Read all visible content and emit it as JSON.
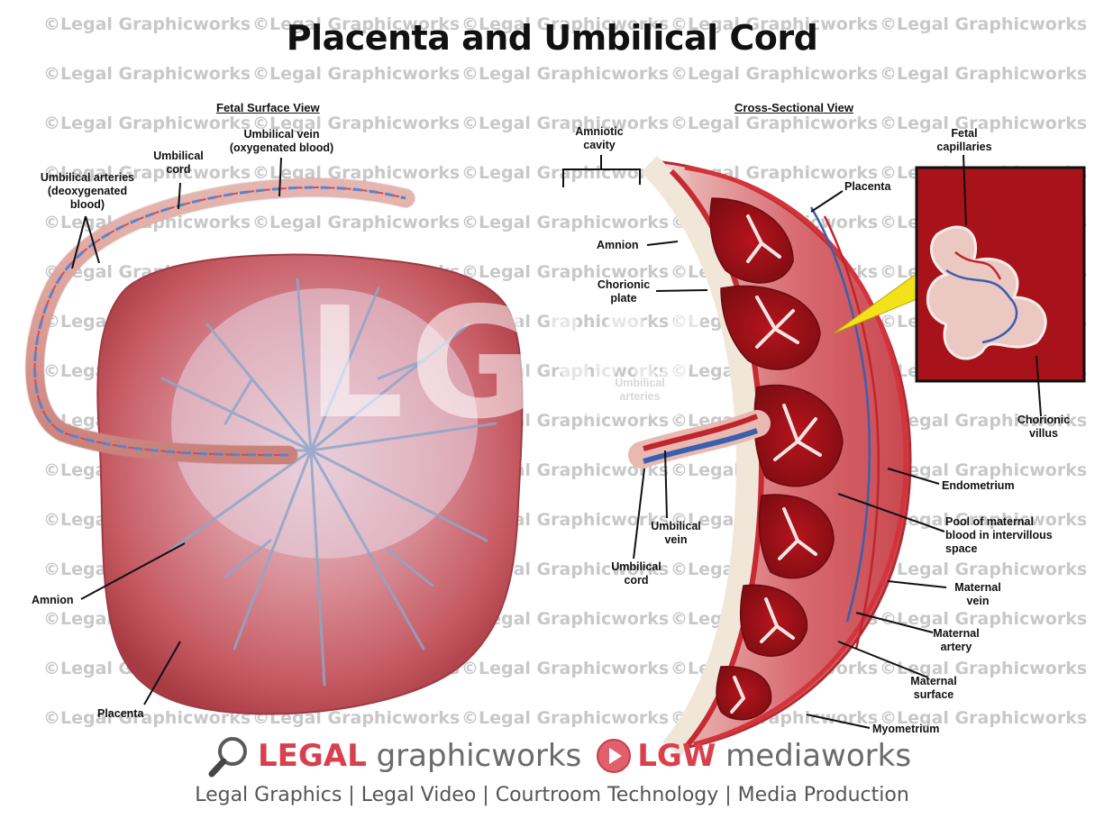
{
  "title": "Placenta and Umbilical Cord",
  "watermark": "©Legal Graphicworks",
  "big_mark": "LGW",
  "views": {
    "fetal": "Fetal Surface View",
    "cross": "Cross-Sectional View"
  },
  "fetal_labels": {
    "umbilical_arteries": [
      "Umbilical arteries",
      "(deoxygenated",
      "blood)"
    ],
    "umbilical_cord": [
      "Umbilical",
      "cord"
    ],
    "umbilical_vein": [
      "Umbilical vein",
      "(oxygenated blood)"
    ],
    "amnion": "Amnion",
    "placenta": "Placenta"
  },
  "cross_labels": {
    "amniotic_cavity": [
      "Amniotic",
      "cavity"
    ],
    "placenta": "Placenta",
    "amnion": "Amnion",
    "chorionic_plate": [
      "Chorionic",
      "plate"
    ],
    "umbilical_arteries": [
      "Umbilical",
      "arteries"
    ],
    "umbilical_vein": [
      "Umbilical",
      "vein"
    ],
    "umbilical_cord": [
      "Umbilical",
      "cord"
    ],
    "fetal_capillaries": [
      "Fetal",
      "capillaries"
    ],
    "chorionic_villus": [
      "Chorionic",
      "villus"
    ],
    "endometrium": "Endometrium",
    "pool": [
      "Pool of maternal",
      "blood in intervillous",
      "space"
    ],
    "maternal_vein": [
      "Maternal",
      "vein"
    ],
    "maternal_artery": [
      "Maternal",
      "artery"
    ],
    "maternal_surface": [
      "Maternal",
      "surface"
    ],
    "myometrium": "Myometrium"
  },
  "footer": {
    "brand1_bold": "LEGAL",
    "brand1_rest": " graphicworks",
    "brand2_bold": "LGW",
    "brand2_rest": " mediaworks",
    "tagline": "Legal Graphics | Legal Video | Courtroom Technology | Media Production"
  },
  "icons": {
    "magnifier": "magnifier-icon",
    "play": "play-icon"
  },
  "colors": {
    "brand_red": "#d9404e",
    "blood_red": "#c0242c",
    "vein_blue": "#3a5fb0"
  }
}
